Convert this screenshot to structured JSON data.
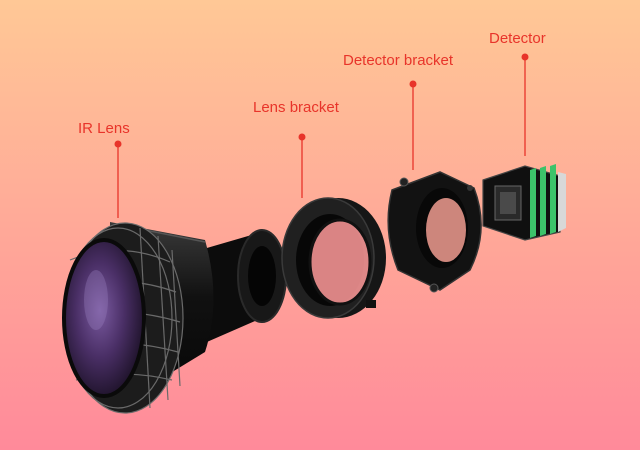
{
  "colors": {
    "background_top": "#ffc896",
    "background_bottom": "#ff8a9a",
    "label": "#e8342a",
    "leader": "#e8342a",
    "part_body": "#151515",
    "lens_glass": "#5b3d7a",
    "detector_green": "#3cc36a"
  },
  "labels": {
    "ir_lens": "IR Lens",
    "lens_bracket": "Lens bracket",
    "detector_bracket": "Detector bracket",
    "detector": "Detector"
  }
}
